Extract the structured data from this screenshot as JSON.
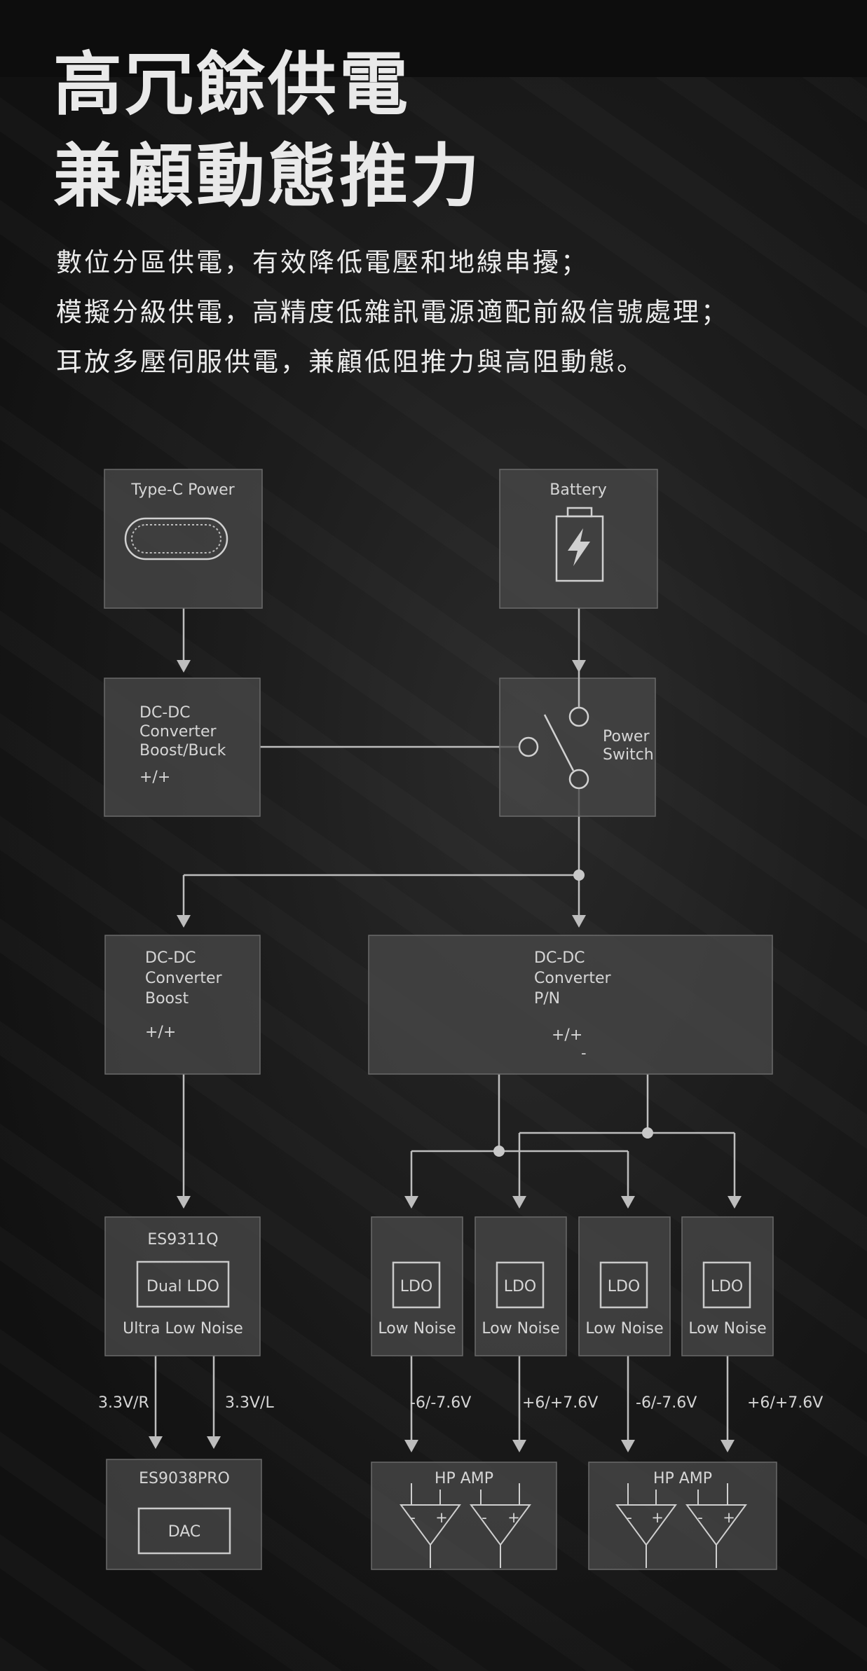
{
  "header": {
    "title_line1": "高冗餘供電",
    "title_line2": "兼顧動態推力",
    "subtitle_lines": [
      "數位分區供電，有效降低電壓和地線串擾；",
      "模擬分級供電，高精度低雜訊電源適配前級信號處理；",
      "耳放多壓伺服供電，兼顧低阻推力與高阻動態。"
    ]
  },
  "diagram": {
    "typec": {
      "label": "Type-C Power"
    },
    "battery": {
      "label": "Battery"
    },
    "dcdc1": {
      "line1": "DC-DC",
      "line2": "Converter",
      "line3": "Boost/Buck",
      "sign": "+/+"
    },
    "power_switch": {
      "line1": "Power",
      "line2": "Switch"
    },
    "dcdc_boost": {
      "line1": "DC-DC",
      "line2": "Converter",
      "line3": "Boost",
      "sign": "+/+"
    },
    "dcdc_pn": {
      "line1": "DC-DC",
      "line2": "Converter",
      "line3": "P/N",
      "sign_plus": "+/+",
      "sign_minus": "-"
    },
    "es9311q": {
      "label": "ES9311Q",
      "inner": "Dual LDO",
      "caption": "Ultra Low Noise"
    },
    "ldo_boxes": [
      {
        "inner": "LDO",
        "caption": "Low Noise"
      },
      {
        "inner": "LDO",
        "caption": "Low Noise"
      },
      {
        "inner": "LDO",
        "caption": "Low Noise"
      },
      {
        "inner": "LDO",
        "caption": "Low Noise"
      }
    ],
    "rail_labels": {
      "r": "3.3V/R",
      "l": "3.3V/L",
      "ldo1": "-6/-7.6V",
      "ldo2": "+6/+7.6V",
      "ldo3": "-6/-7.6V",
      "ldo4": "+6/+7.6V"
    },
    "es9038pro": {
      "label": "ES9038PRO",
      "inner": "DAC"
    },
    "hp_amp_1": {
      "label": "HP AMP",
      "minus": "-",
      "plus": "+"
    },
    "hp_amp_2": {
      "label": "HP AMP",
      "minus": "-",
      "plus": "+"
    }
  },
  "colors": {
    "background": "#141414",
    "box_fill": "#484848",
    "wire": "#bdbdbd",
    "text": "#d6d6d6"
  }
}
